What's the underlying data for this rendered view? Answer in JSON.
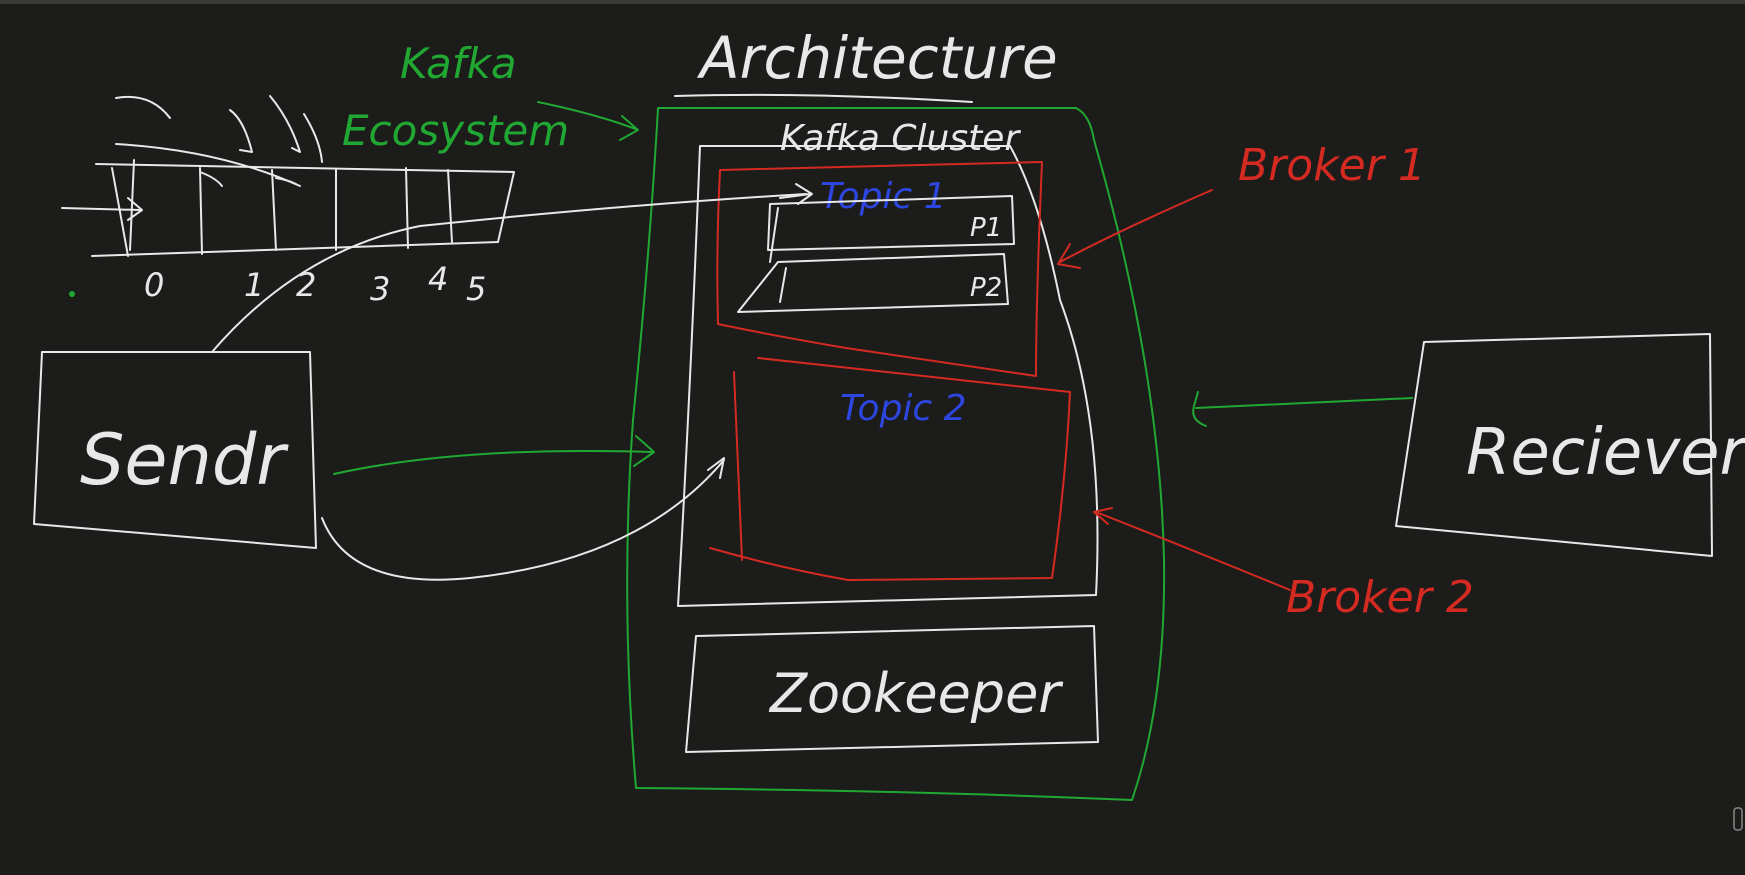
{
  "diagram": {
    "title": "Architecture",
    "ecosystem_label_line1": "Kafka",
    "ecosystem_label_line2": "Ecosystem",
    "cluster_label": "Kafka Cluster",
    "topic1_label": "Topic 1",
    "topic2_label": "Topic 2",
    "partition_labels": [
      "P1",
      "P2"
    ],
    "broker1_label": "Broker 1",
    "broker2_label": "Broker 2",
    "sender_label": "Sendr",
    "receiver_label": "Reciever",
    "zookeeper_label": "Zookeeper",
    "offset_labels": [
      "0",
      "1",
      "2",
      "3",
      "4",
      "5"
    ],
    "colors": {
      "background": "#1c1c1b",
      "ink_white": "#e8e8e8",
      "ink_green": "#21a832",
      "ink_red": "#d42a22",
      "ink_blue": "#2d46e0"
    }
  }
}
